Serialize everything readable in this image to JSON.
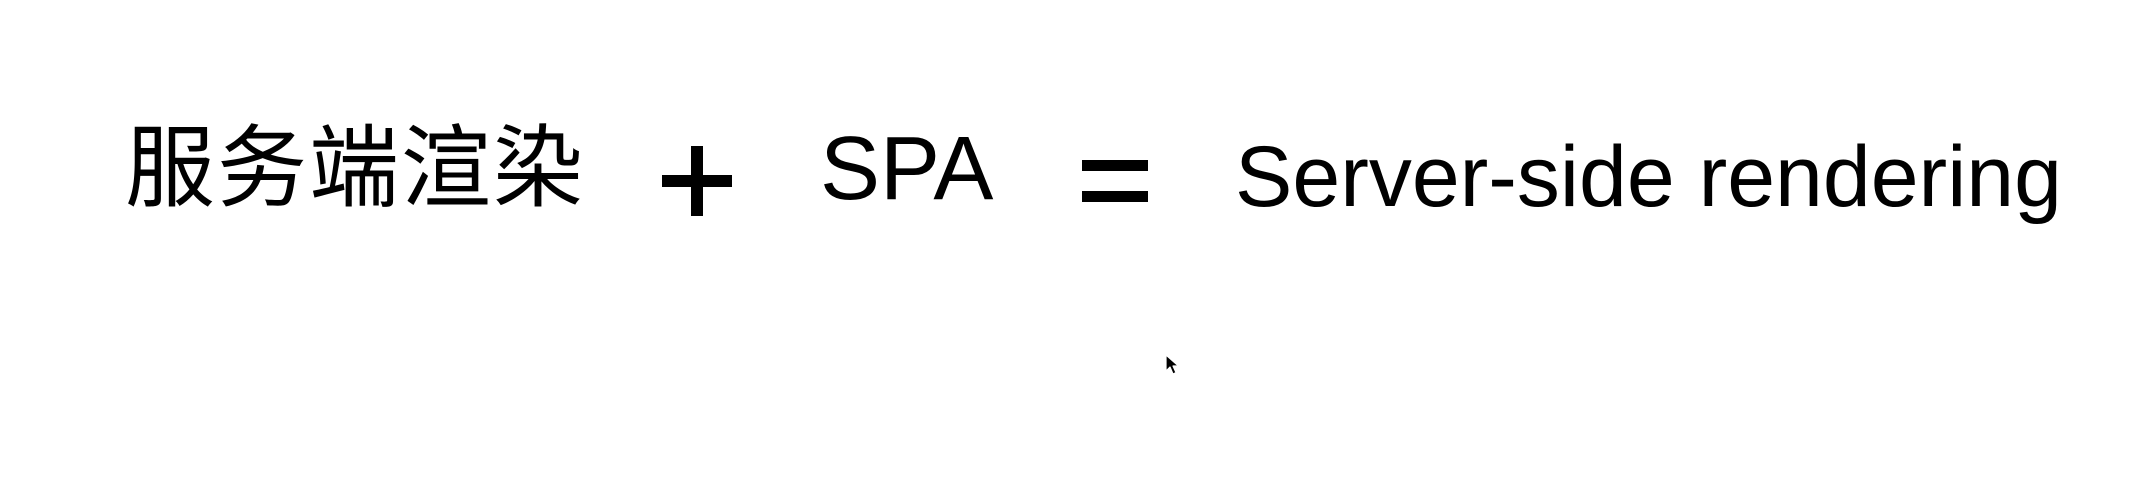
{
  "equation": {
    "term_chinese": "服务端渲染",
    "plus_operator": "+",
    "term_spa": "SPA",
    "equals_operator": "=",
    "term_result": "Server-side rendering"
  },
  "colors": {
    "background": "#ffffff",
    "text": "#000000"
  },
  "icons": {
    "cursor": "mouse-pointer-icon"
  }
}
